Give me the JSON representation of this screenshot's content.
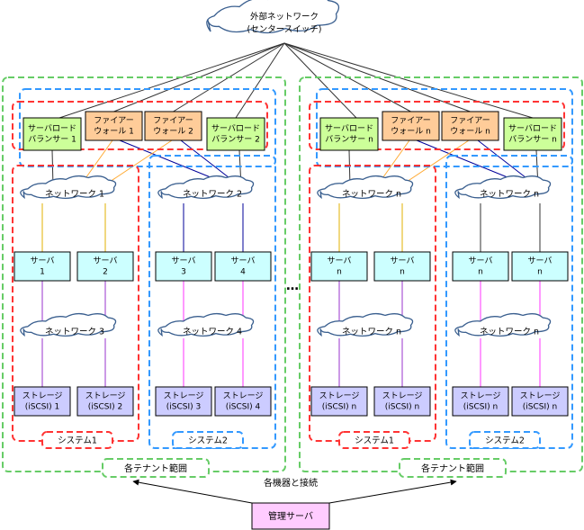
{
  "center_switch": {
    "line1": "外部ネットワーク",
    "line2": "(センタースイッチ)"
  },
  "tenants": [
    {
      "lb1": [
        "サーバロード",
        "バランサー 1"
      ],
      "fw1": [
        "ファイアー",
        "ウォール 1"
      ],
      "fw2": [
        "ファイアー",
        "ウォール 2"
      ],
      "lb2": [
        "サーバロード",
        "バランサー 2"
      ],
      "nets": [
        "ネットワーク 1",
        "ネットワーク 2",
        "ネットワーク 3",
        "ネットワーク 4"
      ],
      "servers": [
        [
          "サーバ",
          "1"
        ],
        [
          "サーバ",
          "2"
        ],
        [
          "サーバ",
          "3"
        ],
        [
          "サーバ",
          "4"
        ]
      ],
      "storages": [
        [
          "ストレージ",
          "(iSCSI) 1"
        ],
        [
          "ストレージ",
          "(iSCSI) 2"
        ],
        [
          "ストレージ",
          "(iSCSI) 3"
        ],
        [
          "ストレージ",
          "(iSCSI) 4"
        ]
      ],
      "systems": [
        "システム1",
        "システム2"
      ],
      "range_label": "各テナント範囲"
    },
    {
      "lb1": [
        "サーバロード",
        "バランサー n"
      ],
      "fw1": [
        "ファイアー",
        "ウォール n"
      ],
      "fw2": [
        "ファイアー",
        "ウォール n"
      ],
      "lb2": [
        "サーバロード",
        "バランサー n"
      ],
      "nets": [
        "ネットワーク n",
        "ネットワーク n",
        "ネットワーク n",
        "ネットワーク n"
      ],
      "servers": [
        [
          "サーバ",
          "n"
        ],
        [
          "サーバ",
          "n"
        ],
        [
          "サーバ",
          "n"
        ],
        [
          "サーバ",
          "n"
        ]
      ],
      "storages": [
        [
          "ストレージ",
          "(iSCSI) n"
        ],
        [
          "ストレージ",
          "(iSCSI) n"
        ],
        [
          "ストレージ",
          "(iSCSI) n"
        ],
        [
          "ストレージ",
          "(iSCSI) n"
        ]
      ],
      "systems": [
        "システム1",
        "システム2"
      ],
      "range_label": "各テナント範囲"
    }
  ],
  "ellipsis": "…",
  "connect_label": "各機器と接続",
  "mgmt_label": "管理サーバ",
  "colors": {
    "lb_fill": "#ccff99",
    "fw_fill": "#ffcc99",
    "server_fill": "#ccffff",
    "storage_fill": "#ccccff",
    "mgmt_fill": "#ffccff",
    "green_dash": "#66cc66",
    "blue_dash": "#3399ff",
    "red_dash": "#ff3333",
    "orange_line": "#ffaa33",
    "navy_line": "#000099",
    "purple_line": "#9933cc",
    "magenta_line": "#ff33ff"
  }
}
